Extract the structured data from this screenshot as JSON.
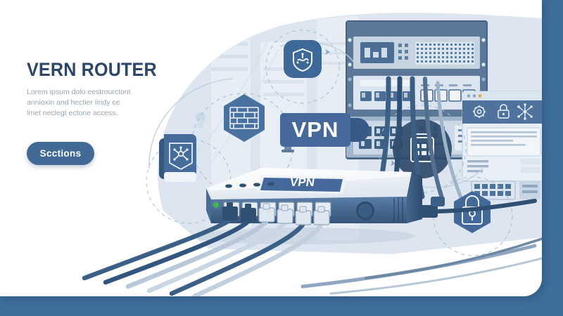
{
  "page": {
    "background_color": "#3d6d99",
    "card_color": "#ffffff"
  },
  "hero": {
    "headline": "VERN ROUTER",
    "subcopy": "Lorem ipsum dolo eestrourctont annioxin and hectier liridy ce lmet neclegt ectone access.",
    "cta_label": "Scctions",
    "headline_color": "#2b4668",
    "cta_color": "#416a96"
  },
  "illustration": {
    "blob_color": "#dde6f0",
    "vpn_badge": {
      "label": "VPN",
      "background": "#44699a",
      "text_color": "#ffffff"
    },
    "router": {
      "top_label": "VPN",
      "body_color": "#e9edf3",
      "front_color": "#3f5f83",
      "led_count": 4,
      "power_led_color": "#3fb950",
      "port_count": 6
    },
    "badges": [
      {
        "id": "shield-network-badge",
        "icon": "shield-network-icon",
        "shape": "rounded-square",
        "color": "#3e6897"
      },
      {
        "id": "firewall-badge",
        "icon": "firewall-brick-icon",
        "shape": "hexagon",
        "color": "#4a729f"
      },
      {
        "id": "vpn-card-badge",
        "icon": "shield-nodes-icon",
        "shape": "card",
        "color": "#456c9a"
      },
      {
        "id": "lock-badge",
        "icon": "padlock-icon",
        "shape": "hexagon",
        "color": "#43689a"
      },
      {
        "id": "server-badge",
        "icon": "server-keypad-icon",
        "shape": "circle",
        "color": "#2f4a6b"
      }
    ],
    "browser_panel": {
      "icons": [
        "gear-icon",
        "lock-icon",
        "network-node-icon"
      ],
      "dot_colors": [
        "#8fa6bd",
        "#8fa6bd",
        "#d9a54a"
      ]
    },
    "cables": {
      "count": 6,
      "dark_color": "#3c5f86",
      "light_color": "#b9c7d8"
    },
    "rack": {
      "frame_color": "#5b7898",
      "unit_color": "#c6d4e2"
    }
  }
}
